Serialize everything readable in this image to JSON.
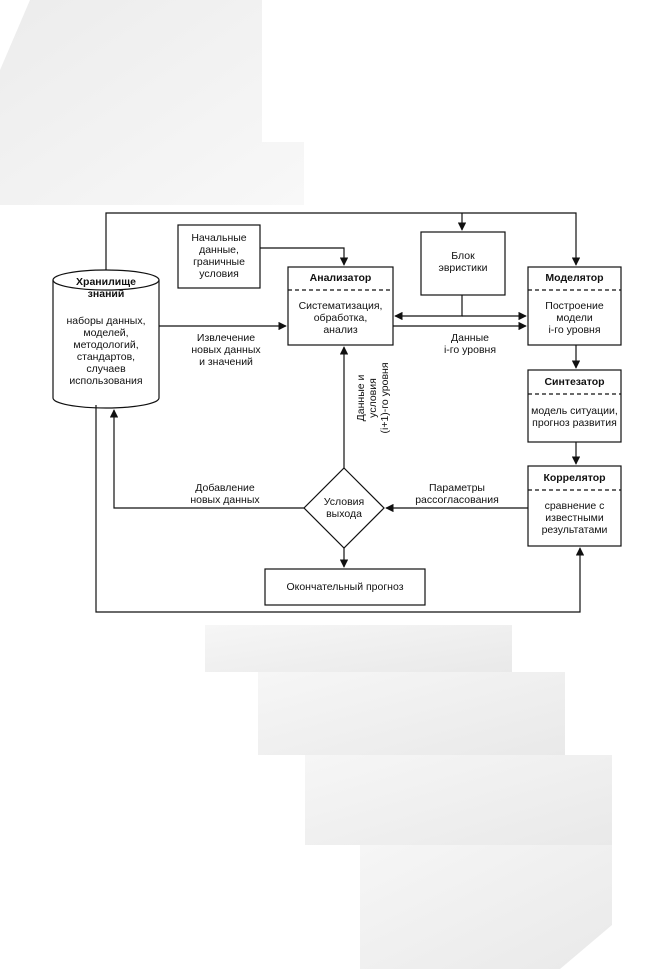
{
  "background": {
    "base": "#ffffff",
    "shade": "#e6e6e6"
  },
  "diagram": {
    "nodes": {
      "storage": {
        "title": "Хранилище\nзнаний",
        "body": "наборы данных,\nмоделей,\nметодологий,\nстандартов,\nслучаев\nиспользования"
      },
      "initial": {
        "text": "Начальные\nданные,\nграничные\nусловия"
      },
      "analyzer": {
        "title": "Анализатор",
        "body": "Систематизация,\nобработка,\nанализ"
      },
      "heuristics": {
        "text": "Блок\nэвристики"
      },
      "modeler": {
        "title": "Моделятор",
        "body": "Построение\nмодели\ni-го уровня"
      },
      "synthesizer": {
        "title": "Синтезатор",
        "body": "модель ситуации,\nпрогноз развития"
      },
      "correlator": {
        "title": "Коррелятор",
        "body": "сравнение с\nизвестными\nрезультатами"
      },
      "decision": {
        "text": "Условия\nвыхода"
      },
      "final": {
        "text": "Окончательный прогноз"
      }
    },
    "edge_labels": {
      "extraction": "Извлечение\nновых данных\nи значений",
      "level_data": "Данные\ni-го уровня",
      "level_next": "Данные и\nусловия\n(i+1)-го уровня",
      "mismatch": "Параметры\nрассогласования",
      "adding": "Добавление\nновых данных"
    }
  }
}
